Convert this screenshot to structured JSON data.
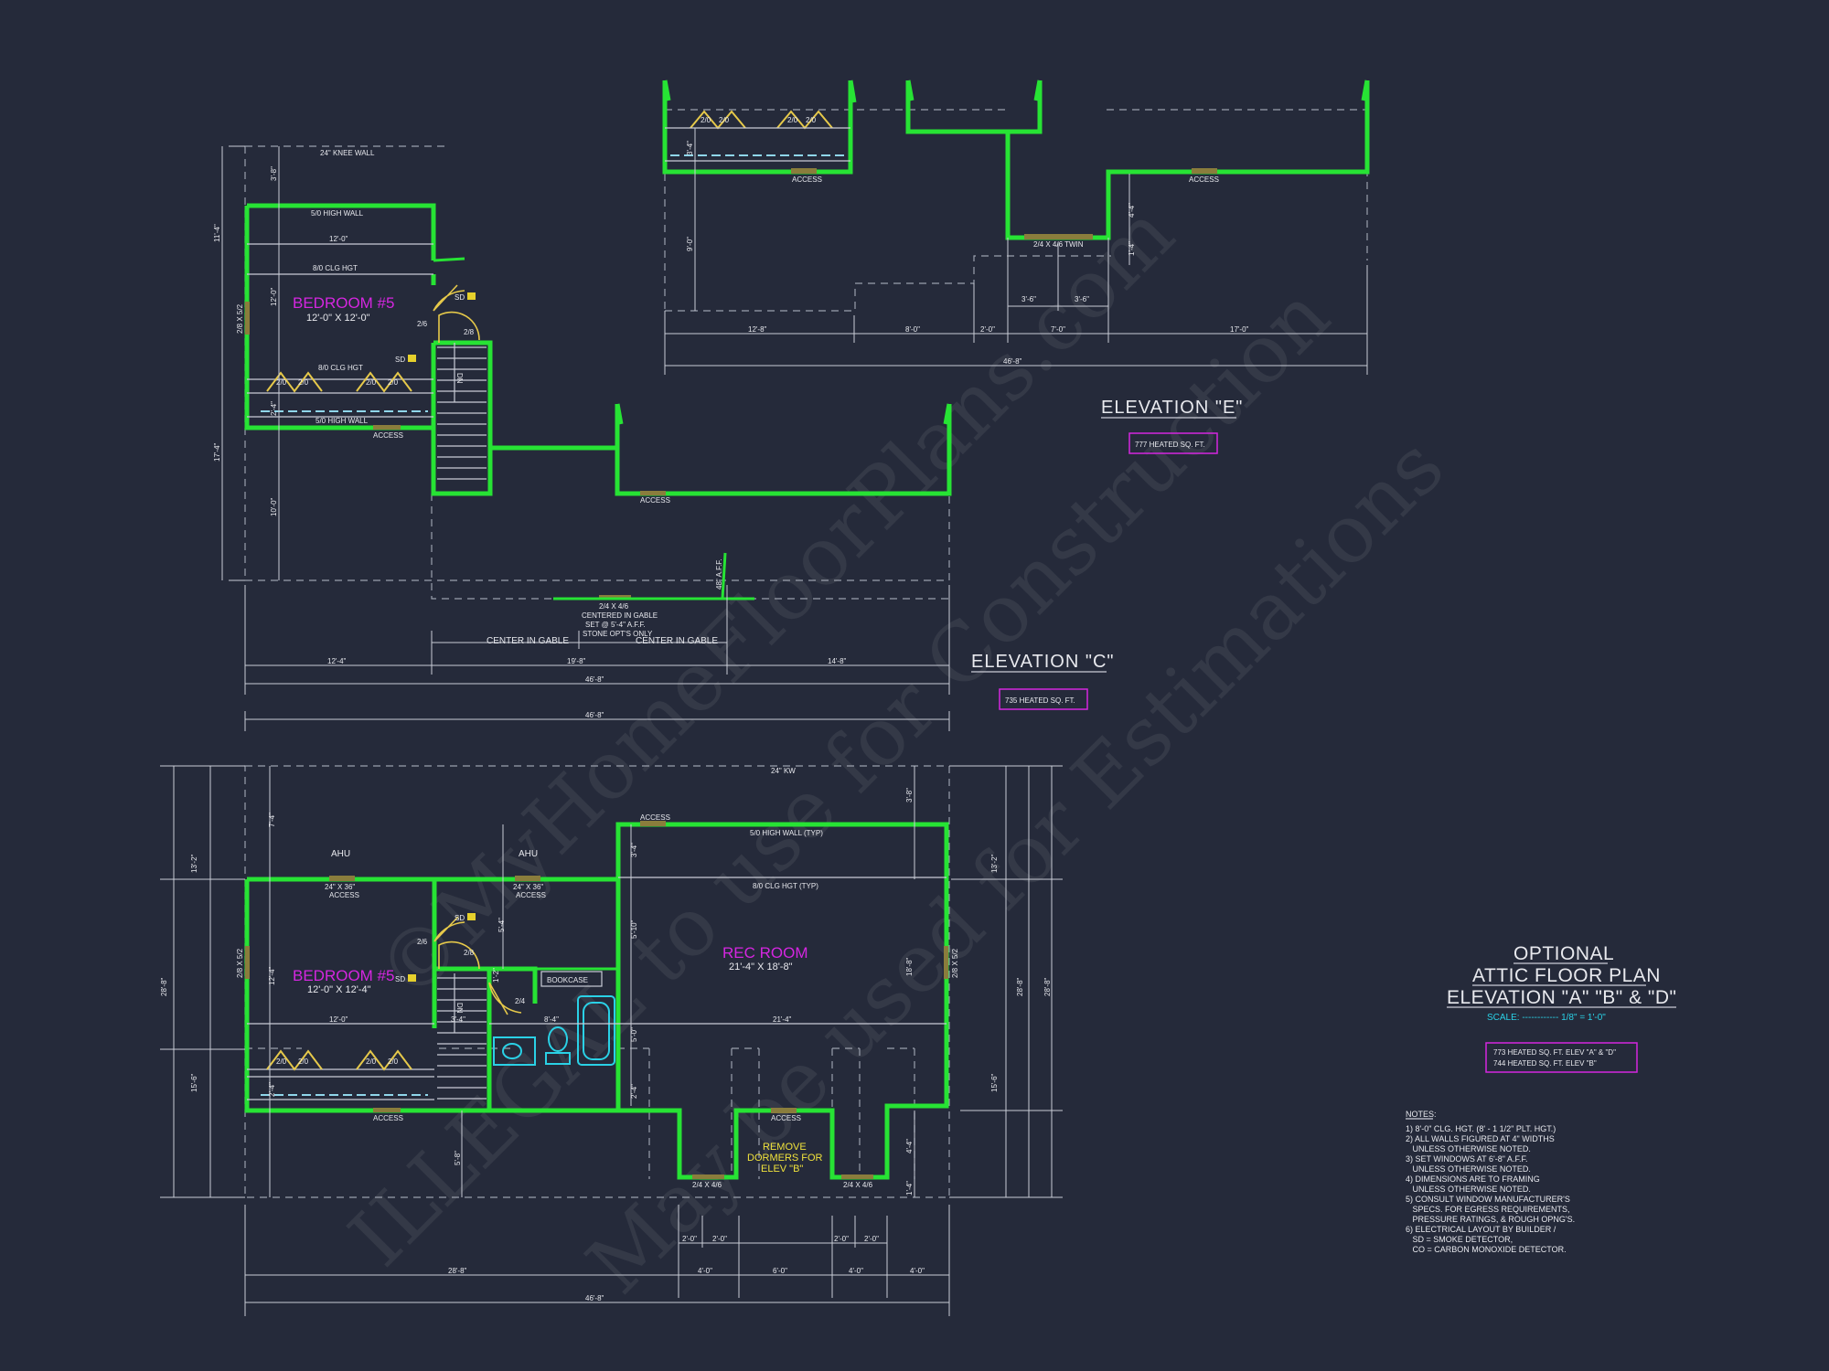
{
  "watermark": {
    "line1": "©MyHomeFloorPlans.com",
    "line2": "ILLEGAL to use for Construction",
    "line3": "May be used for Estimations"
  },
  "elevation_e": {
    "label": "ELEVATION \"E\"",
    "sqft": "777 HEATED SQ. FT.",
    "window_labels": [
      "2/0",
      "2/0",
      "2/0",
      "2/0"
    ],
    "access_labels": [
      "ACCESS",
      "ACCESS"
    ],
    "twin_window": "2/4 X 4/6 TWIN",
    "dims_vertical": [
      "3'-4\"",
      "9'-0\"",
      "4'-4\"",
      "1'-4\""
    ],
    "dims_small": [
      "3'-6\"",
      "3'-6\""
    ],
    "dims_bottom": [
      "12'-8\"",
      "8'-0\"",
      "2'-0\"",
      "7'-0\"",
      "17'-0\""
    ],
    "dims_total": "46'-8\""
  },
  "elevation_c": {
    "label": "ELEVATION \"C\"",
    "sqft": "735 HEATED SQ. FT.",
    "knee_wall": "24\" KNEE WALL",
    "high_wall": "5/0 HIGH WALL",
    "width_dim": "12'-0\"",
    "ceiling": "8/0 CLG HGT",
    "room_name": "BEDROOM #5",
    "room_size": "12'-0\" X 12'-0\"",
    "side_window": "2/8 X 5/2",
    "ceiling2": "8/0 CLG HGT",
    "window_labels": [
      "2/0",
      "2/0",
      "2/0",
      "2/0"
    ],
    "high_wall2": "5/0 HIGH WALL",
    "access_labels": [
      "ACCESS",
      "ACCESS"
    ],
    "door_labels": [
      "2/6",
      "2/8"
    ],
    "sd": "SD",
    "stair": "DN",
    "gable_window": "2/4 X 4/6",
    "gable_note": [
      "CENTERED IN GABLE",
      "SET @ 5'-4\" A.F.F.",
      "STONE OPT'S ONLY"
    ],
    "gable_height": "48\" A.F.F.",
    "dims_left": [
      "11'-4\"",
      "3'-8\"",
      "12'-0\"",
      "17'-4\"",
      "2'-4\"",
      "10'-0\""
    ],
    "center_labels": [
      "CENTER IN GABLE",
      "CENTER IN GABLE"
    ],
    "dims_bottom": [
      "12'-4\"",
      "19'-8\"",
      "14'-8\""
    ],
    "dims_total": "46'-8\""
  },
  "main_plan": {
    "dim_top": "46'-8\"",
    "knee_wall": "24\" KW",
    "ahu": [
      "AHU",
      "AHU"
    ],
    "access_top": [
      "24\" X 36\"",
      "ACCESS",
      "24\" X 36\"",
      "ACCESS"
    ],
    "access_rec": "ACCESS",
    "high_wall": "5/0 HIGH WALL (TYP)",
    "ceiling": "8/0 CLG HGT (TYP)",
    "bedroom": {
      "name": "BEDROOM #5",
      "size": "12'-0\" X 12'-4\""
    },
    "rec_room": {
      "name": "REC ROOM",
      "size": "21'-4\" X 18'-8\""
    },
    "bookcase": "BOOKCASE",
    "sd": "SD",
    "door_labels": [
      "2/6",
      "2/8",
      "2/4"
    ],
    "window_labels": [
      "2/0",
      "2/0",
      "2/0",
      "2/0"
    ],
    "side_windows": [
      "2/8 X 5/2",
      "2/8 X 5/2"
    ],
    "stair": "DN",
    "access_bottom": [
      "ACCESS",
      "ACCESS"
    ],
    "dormer_windows": [
      "2/4 X 4/6",
      "2/4 X 4/6"
    ],
    "remove_dormers": [
      "REMOVE",
      "DORMERS FOR",
      "ELEV \"B\""
    ],
    "dims_interior": [
      "12'-0\"",
      "3'-4\"",
      "8'-4\"",
      "21'-4\""
    ],
    "dims_left": [
      "13'-2\"",
      "7'-4\"",
      "12'-4\"",
      "2'-4\"",
      "15'-6\"",
      "28'-8\""
    ],
    "dims_mid": [
      "3'-4\"",
      "5'-4\"",
      "5'-10\"",
      "1'-2\"",
      "5'-0\"",
      "2'-4\"",
      "5'-8\""
    ],
    "dims_right": [
      "13'-2\"",
      "3'-8\"",
      "18'-8\"",
      "15'-6\"",
      "28'-8\"",
      "28'-8\"",
      "4'-4\"",
      "1'-4\""
    ],
    "dims_bottom_small": [
      "2'-0\"",
      "2'-0\"",
      "2'-0\"",
      "2'-0\""
    ],
    "dims_bottom": [
      "28'-8\"",
      "4'-0\"",
      "6'-0\"",
      "4'-0\"",
      "4'-0\""
    ],
    "dims_total": "46'-8\""
  },
  "title_block": {
    "line1": "OPTIONAL",
    "line2": "ATTIC FLOOR PLAN",
    "line3": "ELEVATION \"A\" \"B\" & \"D\"",
    "scale": "SCALE: ------------ 1/8\" = 1'-0\"",
    "sqft": [
      "773 HEATED SQ. FT. ELEV \"A\" & \"D\"",
      "744 HEATED SQ. FT. ELEV \"B\""
    ]
  },
  "notes": {
    "heading": "NOTES:",
    "lines": [
      "1) 8'-0\" CLG. HGT. (8' - 1 1/2\" PLT. HGT.)",
      "2) ALL WALLS FIGURED AT 4\" WIDTHS",
      "   UNLESS OTHERWISE NOTED.",
      "3) SET WINDOWS AT 6'-8\" A.F.F.",
      "   UNLESS OTHERWISE NOTED.",
      "4) DIMENSIONS ARE TO FRAMING",
      "   UNLESS OTHERWISE NOTED.",
      "5) CONSULT WINDOW MANUFACTURER'S",
      "   SPECS. FOR EGRESS REQUIREMENTS,",
      "   PRESSURE RATINGS, & ROUGH OPNG'S.",
      "6) ELECTRICAL LAYOUT BY BUILDER /",
      "   SD = SMOKE DETECTOR,",
      "   CO = CARBON MONOXIDE DETECTOR."
    ]
  },
  "colors": {
    "background": "#252a3a",
    "walls": "#27e334",
    "room_text": "#d526e0",
    "windows": "#e6c94a",
    "scale": "#2ad1e6",
    "note_yellow": "#f0e23c"
  }
}
